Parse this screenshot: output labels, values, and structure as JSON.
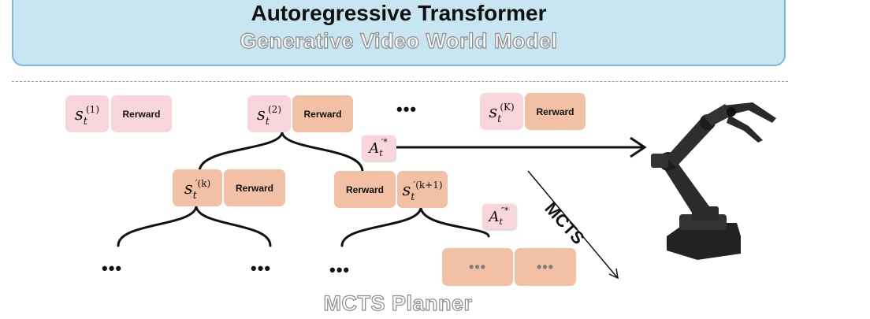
{
  "header": {
    "title": "Autoregressive Transformer",
    "subtitle": "Generative Video World Model"
  },
  "states": {
    "s1": "(1)",
    "s2": "(2)",
    "sK": "(K)",
    "sk_prime": "′(k)",
    "sk1_prime": "′(k+1)"
  },
  "reward_label": "Rerward",
  "actions": {
    "a1": "′*",
    "a2": "″*"
  },
  "ellipsis": "•••",
  "side_label": "MCTS",
  "footer": "MCTS Planner",
  "colors": {
    "banner_bg": "#c7e6f1",
    "banner_border": "#7db9dc",
    "light_box": "#f8d6dc",
    "dark_box": "#f2c0a4"
  }
}
